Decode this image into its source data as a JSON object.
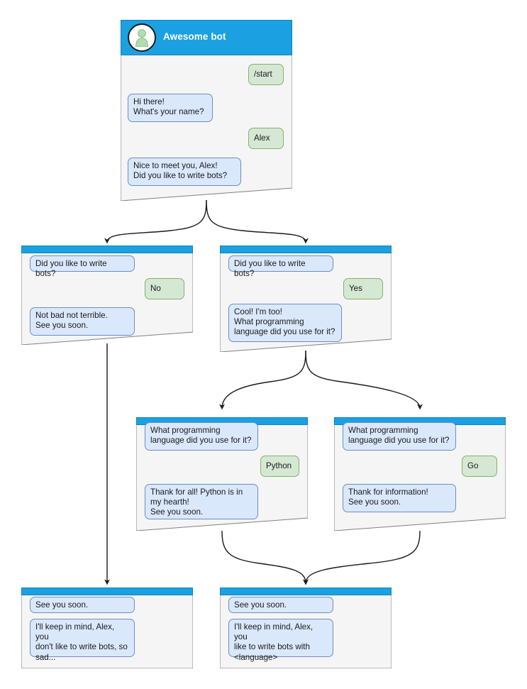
{
  "diagram": {
    "title": "Awesome bot conversation flow",
    "colors": {
      "header_blue": "#1ba1e2",
      "header_border": "#0e83bb",
      "panel_fill": "#f5f5f5",
      "panel_border": "#808080",
      "bot_bubble_fill": "#dae8fc",
      "bot_bubble_border": "#6c8ebf",
      "user_bubble_fill": "#d5e8d4",
      "user_bubble_border": "#82b366",
      "avatar_fill": "#ffffff",
      "avatar_person": "#b1ddaf",
      "edge_color": "#1a1a1a",
      "background": "#ffffff"
    }
  },
  "nodes": {
    "root": {
      "title": "Awesome bot",
      "avatar_icon": "person-avatar-icon",
      "messages": [
        {
          "side": "user",
          "text": "/start"
        },
        {
          "side": "bot",
          "text": "Hi there!\nWhat's your name?"
        },
        {
          "side": "user",
          "text": "Alex"
        },
        {
          "side": "bot",
          "text": "Nice to meet you, Alex!\nDid you like to write bots?"
        }
      ]
    },
    "no_branch": {
      "messages": [
        {
          "side": "bot",
          "text": "Did you like to write bots?"
        },
        {
          "side": "user",
          "text": "No"
        },
        {
          "side": "bot",
          "text": "Not bad not terrible.\nSee you soon."
        }
      ]
    },
    "yes_branch": {
      "messages": [
        {
          "side": "bot",
          "text": "Did you like to write bots?"
        },
        {
          "side": "user",
          "text": "Yes"
        },
        {
          "side": "bot",
          "text": "Cool! I'm too!\nWhat programming\nlanguage did you use for it?"
        }
      ]
    },
    "python_branch": {
      "messages": [
        {
          "side": "bot",
          "text": "What programming\nlanguage did you use for it?"
        },
        {
          "side": "user",
          "text": "Python"
        },
        {
          "side": "bot",
          "text": "Thank for all! Python is in\nmy hearth!\nSee you soon."
        }
      ]
    },
    "go_branch": {
      "messages": [
        {
          "side": "bot",
          "text": "What programming\nlanguage did you use for it?"
        },
        {
          "side": "user",
          "text": "Go"
        },
        {
          "side": "bot",
          "text": "Thank for information!\nSee you soon."
        }
      ]
    },
    "end_sad": {
      "messages": [
        {
          "side": "bot",
          "text": "See you soon."
        },
        {
          "side": "bot",
          "text": "I'll keep in mind, Alex, you\ndon't like to write bots, so\nsad..."
        }
      ]
    },
    "end_happy": {
      "messages": [
        {
          "side": "bot",
          "text": "See you soon."
        },
        {
          "side": "bot",
          "text": "I'll keep in mind, Alex, you\nlike to write bots with\n<language>"
        }
      ]
    }
  }
}
